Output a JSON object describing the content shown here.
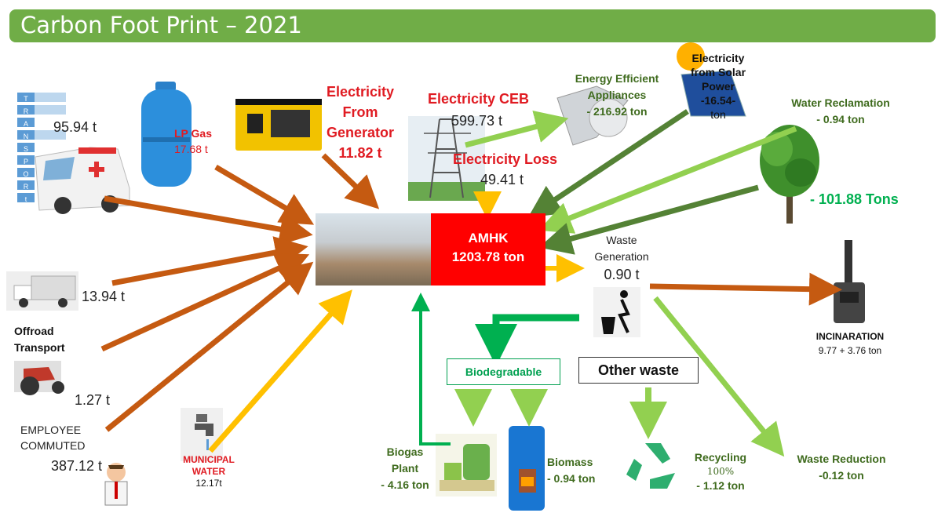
{
  "title": "Carbon Foot Print – 2021",
  "transport": {
    "letters": [
      "T",
      "R",
      "A",
      "N",
      "S",
      "P",
      "O",
      "R",
      "t"
    ],
    "value": "95.94 t"
  },
  "lp_gas": {
    "label": "LP Gas",
    "value": "17.68 t"
  },
  "generator": {
    "line1": "Electricity",
    "line2": "From",
    "line3": "Generator",
    "value": "11.82 t"
  },
  "ceb": {
    "label": "Electricity CEB",
    "value": "599.73 t"
  },
  "loss": {
    "label": "Electricity Loss",
    "value": "49.41 t"
  },
  "energy_eff": {
    "line1": "Energy Efficient",
    "line2": "Appliances",
    "value": "- 216.92 ton"
  },
  "solar": {
    "line1": "Electricity",
    "line2": "from Solar",
    "line3": "Power",
    "value1": "-16.54-",
    "value2": "ton"
  },
  "water_reclamation": {
    "label": "Water Reclamation",
    "value": "- 0.94 ton"
  },
  "trees": {
    "value": "- 101.88 Tons"
  },
  "amhk": {
    "label": "AMHK",
    "value": "1203.78 ton"
  },
  "waste": {
    "line1": "Waste",
    "line2": "Generation",
    "value": "0.90 t"
  },
  "incineration": {
    "label": "INCINARATION",
    "value": "9.77 + 3.76 ton"
  },
  "truck": {
    "value": "13.94 t"
  },
  "offroad": {
    "line1": "Offroad",
    "line2": "Transport",
    "value": "1.27 t"
  },
  "employee": {
    "line1": "EMPLOYEE",
    "line2": "COMMUTED",
    "value": "387.12 t"
  },
  "water": {
    "line1": "MUNICIPAL",
    "line2": "WATER",
    "value": "12.17t"
  },
  "biodegradable": {
    "label": "Biodegradable"
  },
  "other_waste": {
    "label": "Other waste"
  },
  "biogas": {
    "line1": "Biogas",
    "line2": "Plant",
    "value": "- 4.16 ton"
  },
  "biomass": {
    "label": "Biomass",
    "value": "- 0.94 ton"
  },
  "recycling": {
    "label": "Recycling",
    "pct": "100%",
    "value": "- 1.12 ton"
  },
  "waste_reduction": {
    "label": "Waste Reduction",
    "value": "-0.12 ton"
  },
  "colors": {
    "banner": "#70ad47",
    "amhk": "#ff0000",
    "emission_arrow": "#c55a11",
    "offset_arrow": "#92d050",
    "dark_offset": "#548235",
    "water_arrow": "#ffc000",
    "biogas_arrow": "#00b050"
  }
}
